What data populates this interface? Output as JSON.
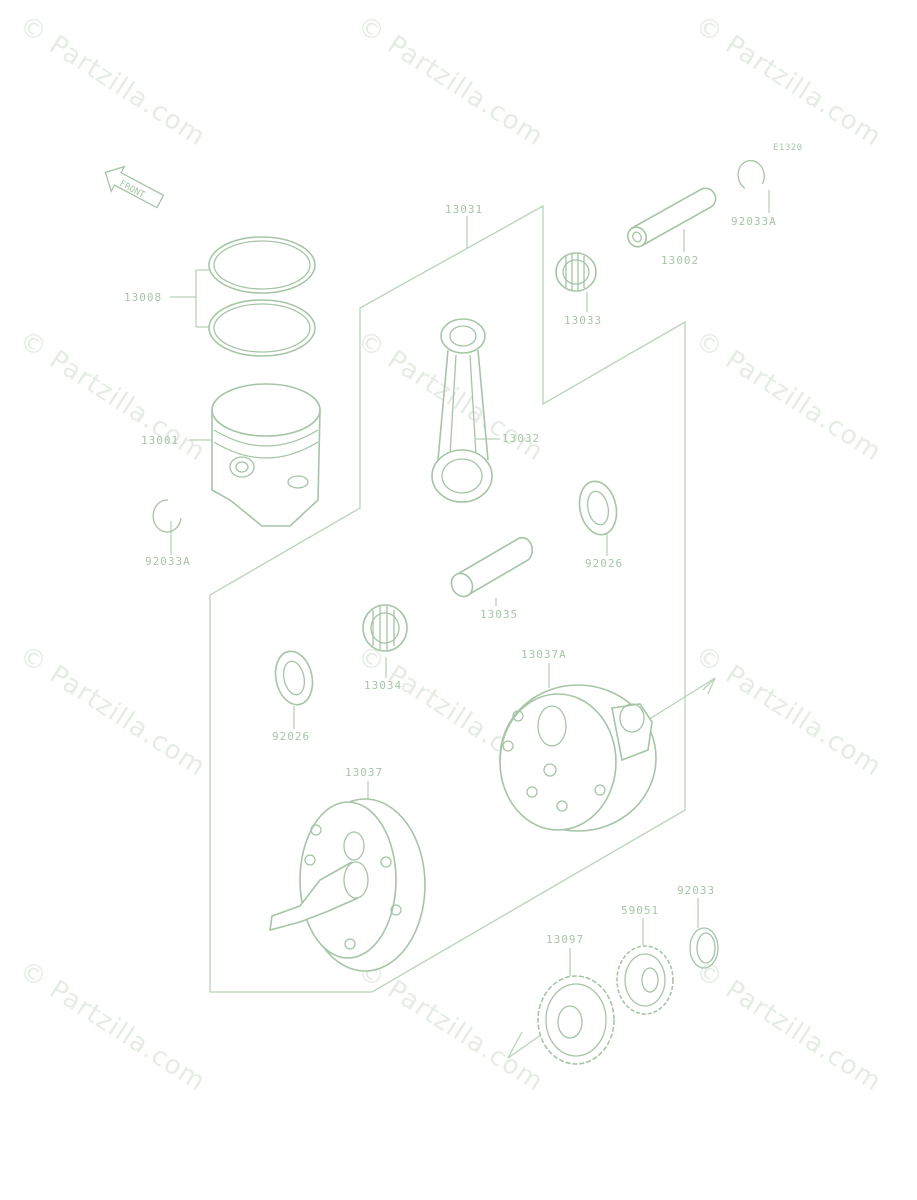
{
  "watermark": "© Partzilla.com",
  "diagram_code": "E1320",
  "front_label": "FRONT",
  "parts": {
    "p13031": "13031",
    "p13008": "13008",
    "p13001": "13001",
    "p92033a_left": "92033A",
    "p92033a_right": "92033A",
    "p13002": "13002",
    "p13033": "13033",
    "p13032": "13032",
    "p92026_right": "92026",
    "p13035": "13035",
    "p13034": "13034",
    "p92026_left": "92026",
    "p13037a": "13037A",
    "p13037": "13037",
    "p92033": "92033",
    "p59051": "59051",
    "p13097": "13097"
  },
  "colors": {
    "line": "#b9d2b9",
    "text": "#a8c4a8",
    "watermark": "#e4ece4"
  }
}
